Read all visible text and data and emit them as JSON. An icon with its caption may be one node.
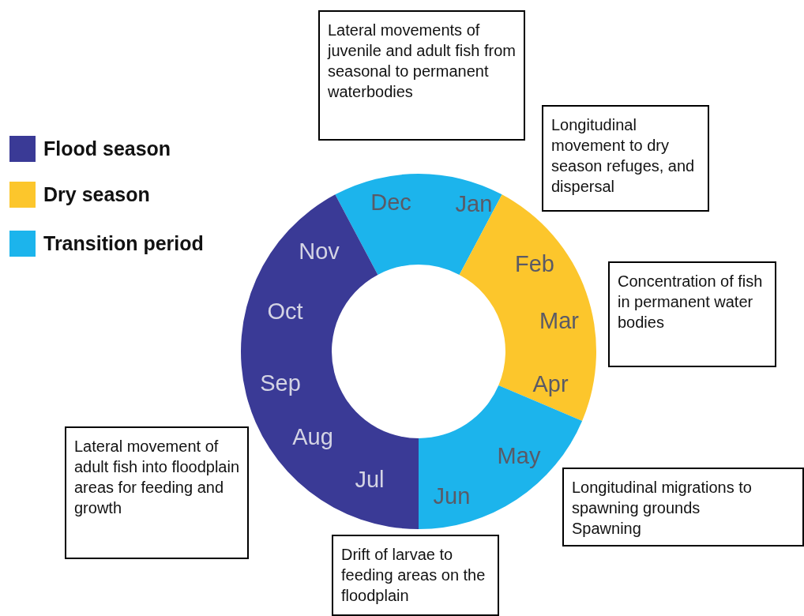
{
  "diagram": {
    "nodes": [
      {
        "text": [
          "Lateral movements of juvenile and adult fish from seasonal to permanent waterbodies"
        ]
      },
      {
        "text": [
          "Longitudinal movement to dry season refuges, and dispersal"
        ]
      },
      {
        "text": [
          "Concentration of fish in permanent water bodies"
        ]
      },
      {
        "text": [
          "Longitudinal migrations to spawning grounds",
          "Spawning"
        ]
      },
      {
        "text": [
          "Drift of larvae to feeding areas on the floodplain"
        ]
      },
      {
        "text": [
          "Lateral movement of adult fish into floodplain areas for feeding and growth"
        ]
      },
      {
        "text": [
          "Dec",
          "Jan"
        ]
      },
      {
        "text": [
          "Feb",
          "Mar",
          "Apr"
        ]
      },
      {
        "text": [
          "May",
          "Jun"
        ]
      },
      {
        "text": [
          "Nov",
          "Oct",
          "Sep",
          "Aug",
          "Jul"
        ]
      }
    ],
    "legend": [
      {
        "text": "Flood season",
        "color": "#3a3a96"
      },
      {
        "text": "Dry season",
        "color": "#fcc62c"
      },
      {
        "text": "Transition period",
        "color": "#1cb4ec"
      }
    ]
  }
}
